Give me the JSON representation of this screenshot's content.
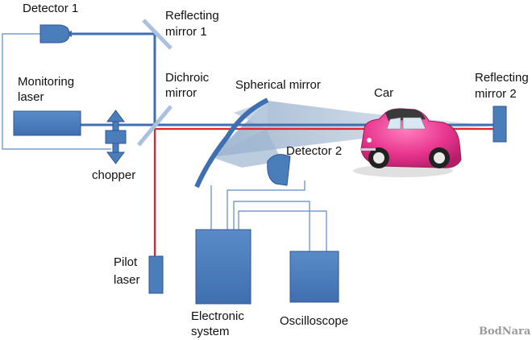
{
  "labels": {
    "detector1": "Detector 1",
    "reflecting_mirror1_line1": "Reflecting",
    "reflecting_mirror1_line2": "mirror 1",
    "monitoring_laser_line1": "Monitoring",
    "monitoring_laser_line2": "laser",
    "dichroic_line1": "Dichroic",
    "dichroic_line2": "mirror",
    "spherical_mirror": "Spherical mirror",
    "car": "Car",
    "reflecting_mirror2_line1": "Reflecting",
    "reflecting_mirror2_line2": "mirror 2",
    "chopper": "chopper",
    "detector2": "Detector 2",
    "pilot_laser_line1": "Pilot",
    "pilot_laser_line2": "laser",
    "electronic_system_line1": "Electronic",
    "electronic_system_line2": "system",
    "oscilloscope": "Oscilloscope"
  },
  "watermark": "BodNara",
  "colors": {
    "component_fill": "#4a7ebb",
    "component_stroke": "#2f5597",
    "beam_blue": "#3f6fb0",
    "beam_red": "#e8202a",
    "wire": "#5b8ac4",
    "mirror_light": "#a9c1df",
    "cone": "#8ea9c8",
    "car_body": "#e8358e"
  }
}
